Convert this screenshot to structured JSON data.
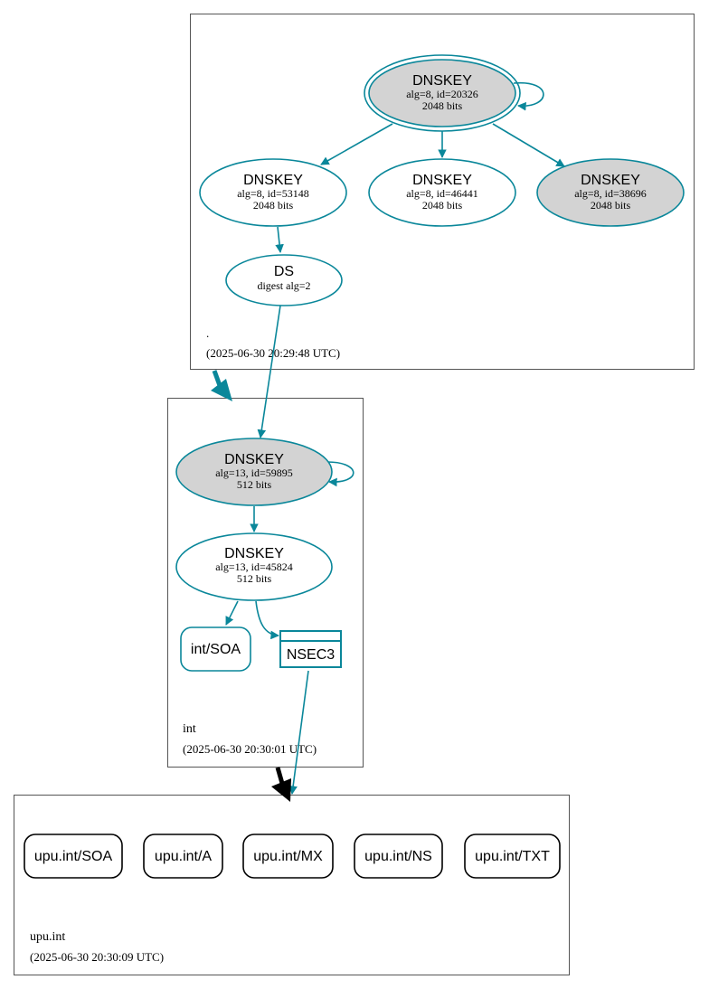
{
  "colors": {
    "edge": "#0a879a",
    "gray_fill": "#d3d3d3",
    "black": "#000000"
  },
  "zones": {
    "root": {
      "name": ".",
      "timestamp": "(2025-06-30 20:29:48 UTC)"
    },
    "int": {
      "name": "int",
      "timestamp": "(2025-06-30 20:30:01 UTC)"
    },
    "upu": {
      "name": "upu.int",
      "timestamp": "(2025-06-30 20:30:09 UTC)"
    }
  },
  "nodes": {
    "root_ksk": {
      "title": "DNSKEY",
      "line1": "alg=8, id=20326",
      "line2": "2048 bits"
    },
    "root_zsk1": {
      "title": "DNSKEY",
      "line1": "alg=8, id=53148",
      "line2": "2048 bits"
    },
    "root_zsk2": {
      "title": "DNSKEY",
      "line1": "alg=8, id=46441",
      "line2": "2048 bits"
    },
    "root_zsk3": {
      "title": "DNSKEY",
      "line1": "alg=8, id=38696",
      "line2": "2048 bits"
    },
    "int_ds": {
      "title": "DS",
      "line1": "digest alg=2"
    },
    "int_ksk": {
      "title": "DNSKEY",
      "line1": "alg=13, id=59895",
      "line2": "512 bits"
    },
    "int_zsk": {
      "title": "DNSKEY",
      "line1": "alg=13, id=45824",
      "line2": "512 bits"
    },
    "int_soa": {
      "label": "int/SOA"
    },
    "int_nsec3": {
      "label": "NSEC3"
    },
    "upu_records": [
      "upu.int/SOA",
      "upu.int/A",
      "upu.int/MX",
      "upu.int/NS",
      "upu.int/TXT"
    ]
  }
}
